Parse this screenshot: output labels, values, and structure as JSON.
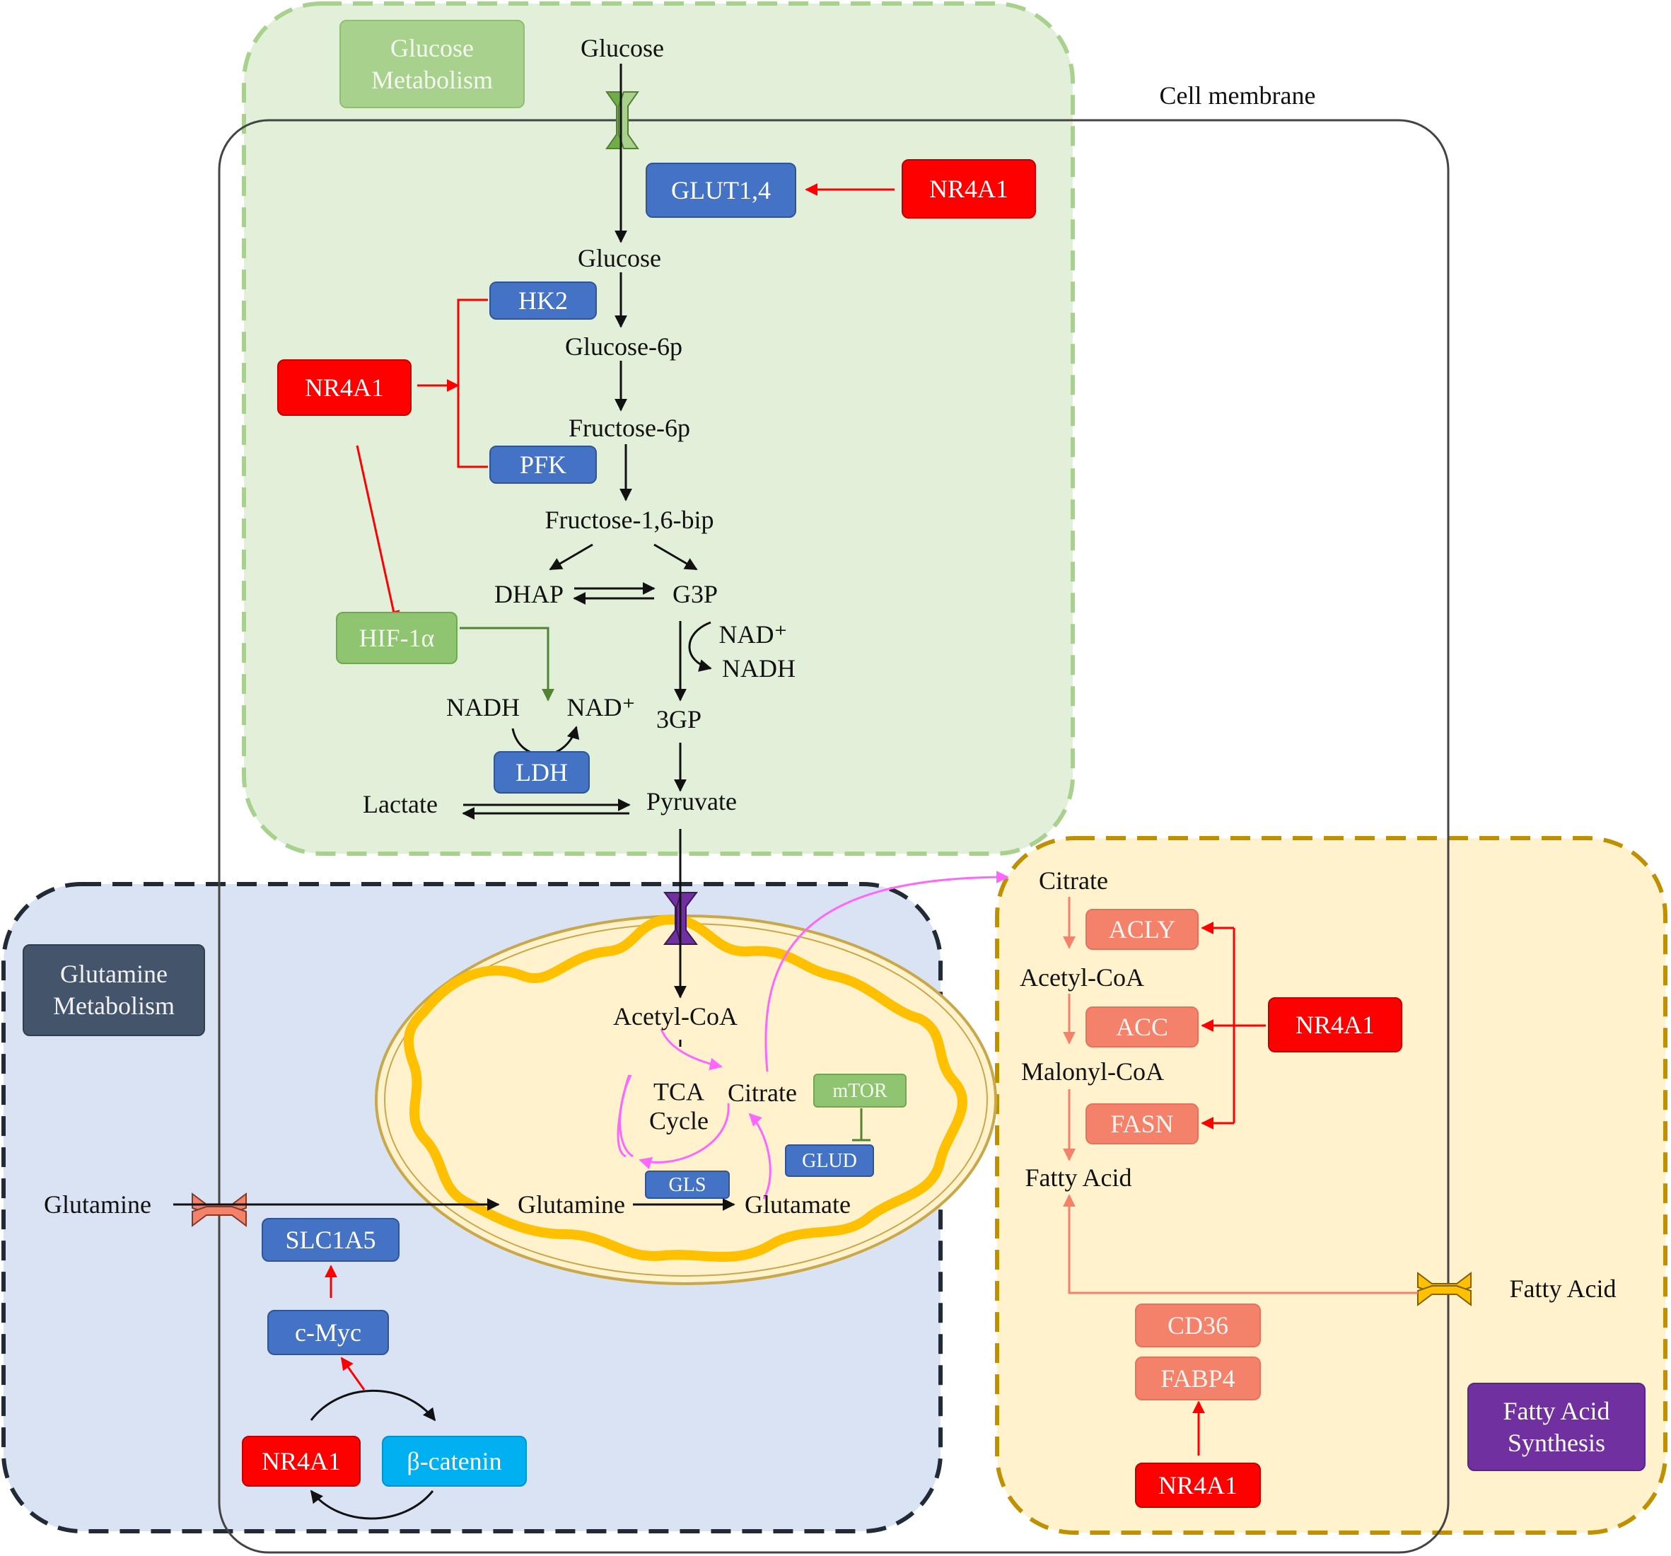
{
  "membrane": {
    "label": "Cell membrane"
  },
  "regions": {
    "glucose": {
      "title": "Glucose\nMetabolism"
    },
    "glutamine": {
      "title": "Glutamine\nMetabolism"
    },
    "fatty_acid": {
      "title": "Fatty Acid\nSynthesis"
    }
  },
  "glucose_pathway": {
    "glucose_out": "Glucose",
    "glucose_in": "Glucose",
    "glucose_6p": "Glucose-6p",
    "fructose_6p": "Fructose-6p",
    "fructose_16bip": "Fructose-1,6-bip",
    "dhap": "DHAP",
    "g3p": "G3P",
    "nad_plus": "NAD⁺",
    "nadh": "NADH",
    "three_gp": "3GP",
    "ldh_nadh": "NADH",
    "ldh_nad_plus": "NAD⁺",
    "lactate": "Lactate",
    "pyruvate": "Pyruvate"
  },
  "glucose_enzymes": {
    "glut": "GLUT1,4",
    "hk2": "HK2",
    "pfk": "PFK",
    "ldh": "LDH",
    "hif": "HIF-1α"
  },
  "nr4a1": {
    "glut": "NR4A1",
    "glycolysis": "NR4A1",
    "fatty": "NR4A1",
    "glutamine": "NR4A1",
    "fa_uptake": "NR4A1"
  },
  "mitochondria": {
    "acetyl_coa": "Acetyl-CoA",
    "tca": "TCA\nCycle",
    "citrate": "Citrate",
    "mtor": "mTOR",
    "glud": "GLUD",
    "gls": "GLS",
    "glutamine": "Glutamine",
    "glutamate": "Glutamate"
  },
  "glutamine_pathway": {
    "glutamine_out": "Glutamine",
    "slc1a5": "SLC1A5",
    "cmyc": "c-Myc",
    "beta_catenin": "β-catenin"
  },
  "fatty_pathway": {
    "citrate": "Citrate",
    "acly": "ACLY",
    "acetyl_coa": "Acetyl-CoA",
    "acc": "ACC",
    "malonyl_coa": "Malonyl-CoA",
    "fasn": "FASN",
    "fatty_acid": "Fatty Acid",
    "fatty_acid_out": "Fatty Acid",
    "cd36": "CD36",
    "fabp4": "FABP4"
  },
  "colors": {
    "glucose_region": "#e2efd9",
    "glucose_border": "#a9d18e",
    "glutamine_region": "#dae3f3",
    "glutamine_border": "#222a35",
    "fatty_region": "#fff2cc",
    "fatty_border": "#bf9000",
    "mito_fill": "#ffe699",
    "mito_inner": "#ffc000",
    "activation": "#ff0000",
    "citrate_flow": "#ff66ff",
    "enzyme_blue": "#4472c4",
    "regulator_red": "#ff0000"
  }
}
